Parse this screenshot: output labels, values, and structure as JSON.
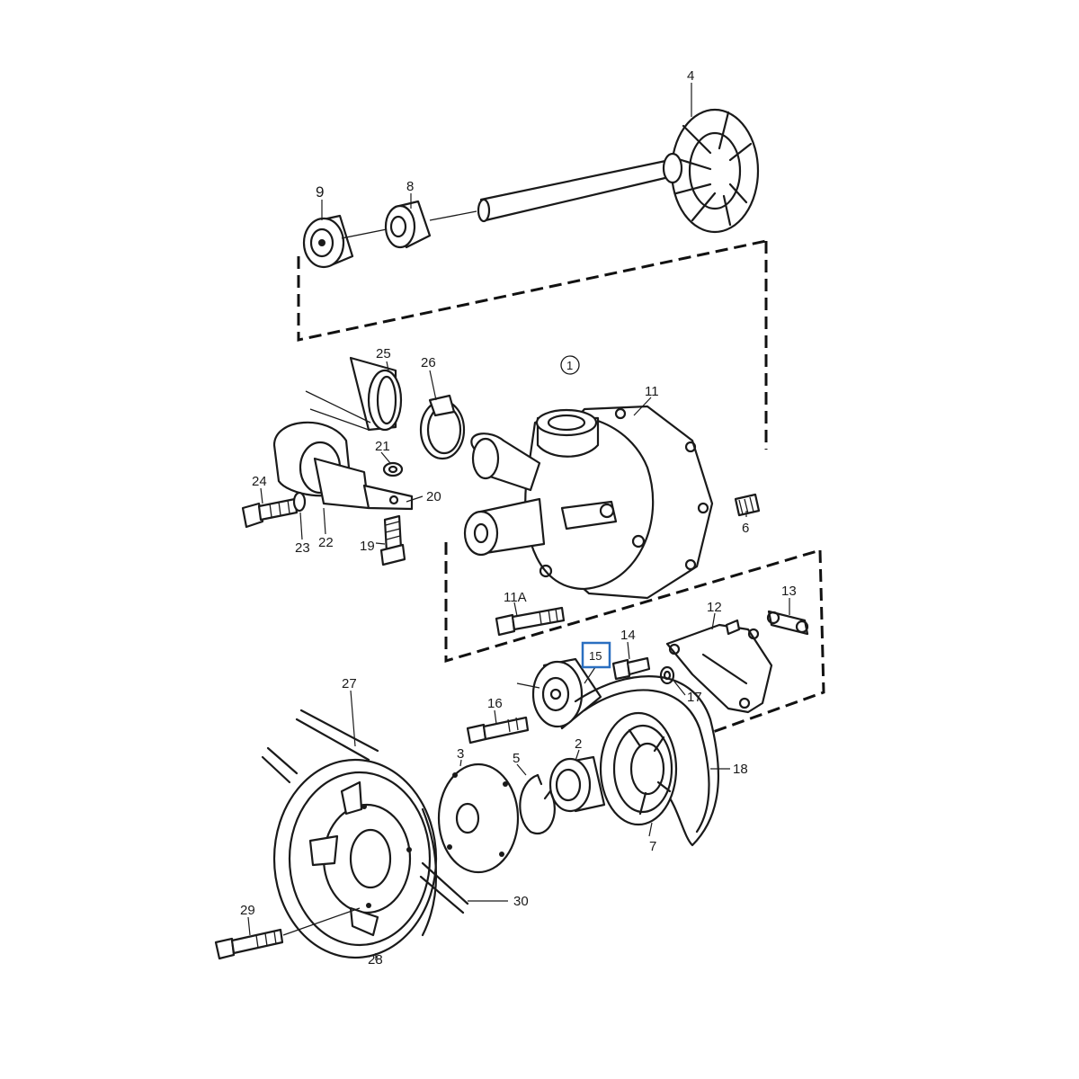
{
  "labels": {
    "p1": "1",
    "p2": "2",
    "p3": "3",
    "p4": "4",
    "p5": "5",
    "p6": "6",
    "p7": "7",
    "p8": "8",
    "p9": "9",
    "p11": "11",
    "p11a": "11A",
    "p12": "12",
    "p13": "13",
    "p14": "14",
    "p15": "15",
    "p16": "16",
    "p17": "17",
    "p18": "18",
    "p19": "19",
    "p20": "20",
    "p21": "21",
    "p22": "22",
    "p23": "23",
    "p24": "24",
    "p25": "25",
    "p26": "26",
    "p27": "27",
    "p28": "28",
    "p29": "29",
    "p30": "30"
  },
  "highlight": {
    "color": "#2a6fc0"
  }
}
